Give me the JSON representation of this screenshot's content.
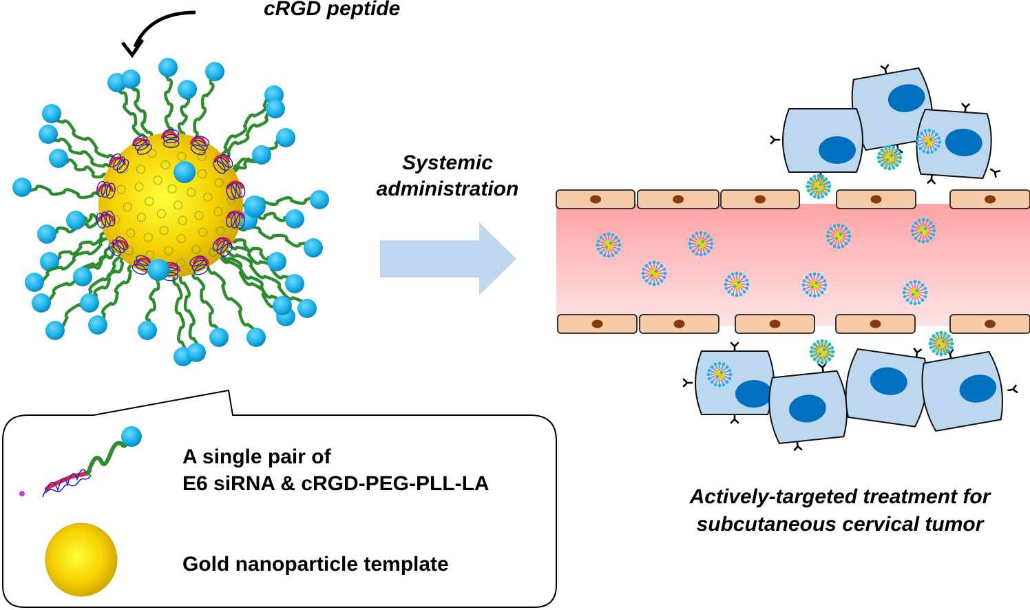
{
  "figure": {
    "title": "cRGD-functionalized gold nanoparticle siRNA delivery schematic",
    "nanoparticle": {
      "callout_label": "cRGD peptide",
      "callout_arrow_icon": "curved-arrow-icon"
    },
    "process": {
      "label_line1": "Systemic",
      "label_line2": "administration",
      "arrow_icon": "block-arrow-right-icon",
      "arrow_color": "#bdd7ee"
    },
    "legend": {
      "items": [
        {
          "icon": "sirna-peptide-conjugate-icon",
          "line1": "A single pair of",
          "line2": "E6 siRNA & cRGD-PEG-PLL-LA"
        },
        {
          "icon": "gold-sphere-icon",
          "line1": "Gold nanoparticle template"
        }
      ]
    },
    "outcome": {
      "line1": "Actively-targeted treatment for",
      "line2": "subcutaneous cervical tumor"
    },
    "colors": {
      "gold": "#f5d000",
      "peptide_ball": "#1fb5ea",
      "peg_chain": "#2e8b2e",
      "sirna_red": "#e0233f",
      "sirna_blue": "#1f1fd0",
      "endothelial_cell": "#f8cba8",
      "endothelial_nucleus": "#843c0c",
      "blood_top": "#ffa3a6",
      "blood_bottom": "#fde1e3",
      "tumor_cell": "#bdd7ee",
      "tumor_nucleus": "#0070c0"
    }
  }
}
